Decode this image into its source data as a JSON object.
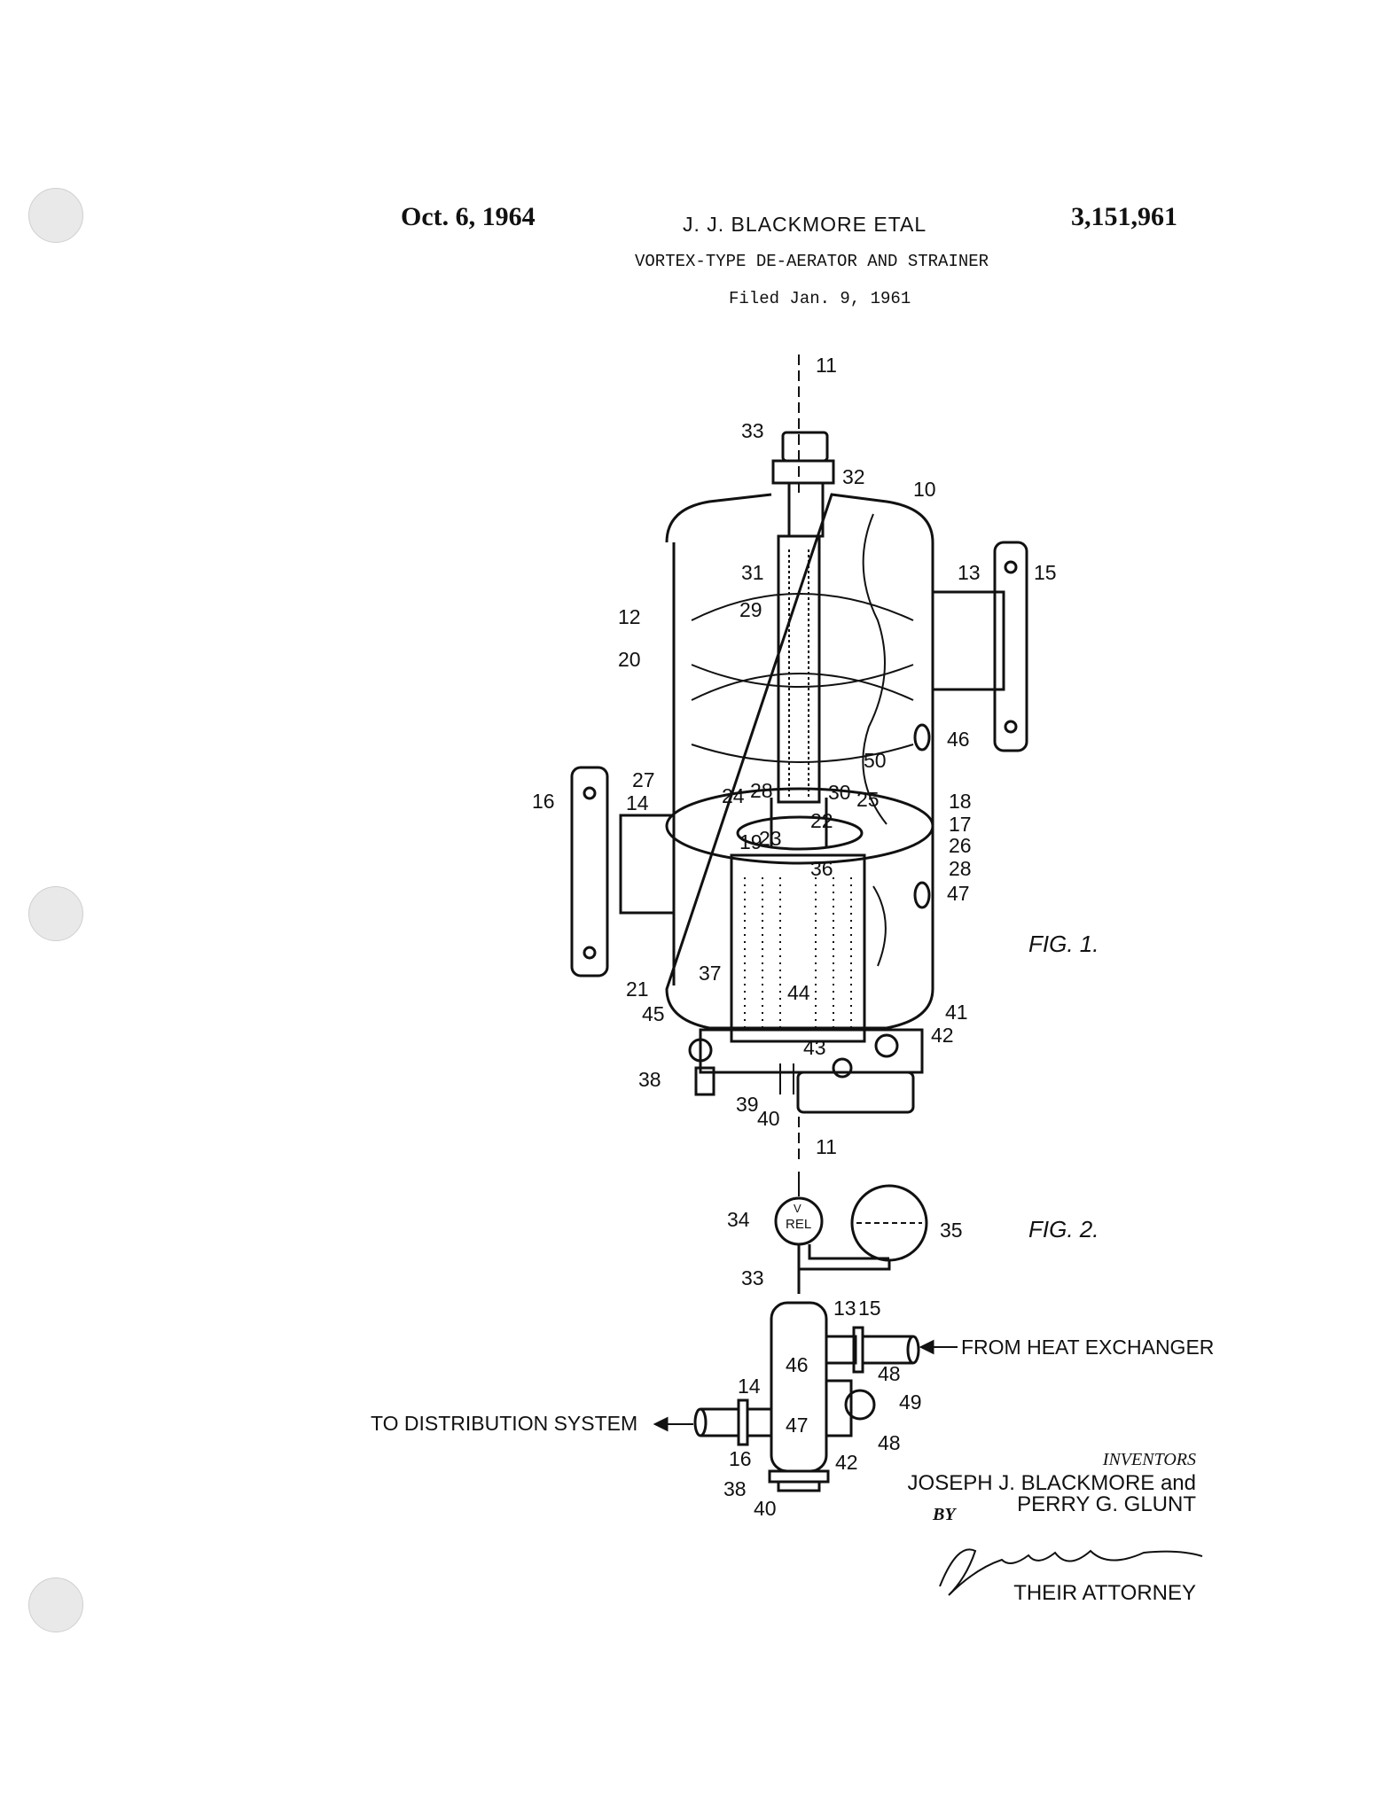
{
  "header": {
    "date": "Oct. 6, 1964",
    "inventor_header": "J. J. BLACKMORE ETAL",
    "patent_number": "3,151,961",
    "title": "VORTEX-TYPE DE-AERATOR AND STRAINER",
    "filed": "Filed Jan. 9, 1961"
  },
  "fig1": {
    "caption": "FIG. 1.",
    "labels": [
      "11",
      "33",
      "32",
      "10",
      "31",
      "29",
      "13",
      "15",
      "12",
      "20",
      "46",
      "50",
      "27",
      "16",
      "14",
      "24",
      "28",
      "30",
      "25",
      "18",
      "17",
      "22",
      "19",
      "23",
      "26",
      "28",
      "36",
      "47",
      "37",
      "44",
      "21",
      "45",
      "41",
      "42",
      "43",
      "38",
      "39",
      "40",
      "11"
    ]
  },
  "fig2": {
    "caption": "FIG. 2.",
    "labels": [
      "34",
      "REL",
      "V",
      "35",
      "33",
      "13",
      "15",
      "46",
      "48",
      "49",
      "14",
      "47",
      "48",
      "16",
      "42",
      "38",
      "40"
    ],
    "from_label": "FROM HEAT EXCHANGER",
    "to_label": "TO DISTRIBUTION SYSTEM"
  },
  "signature": {
    "inventors_heading": "INVENTORS",
    "inventor_line1": "JOSEPH J. BLACKMORE and",
    "inventor_line2": "PERRY G. GLUNT",
    "by": "BY",
    "attorney": "THEIR ATTORNEY"
  }
}
